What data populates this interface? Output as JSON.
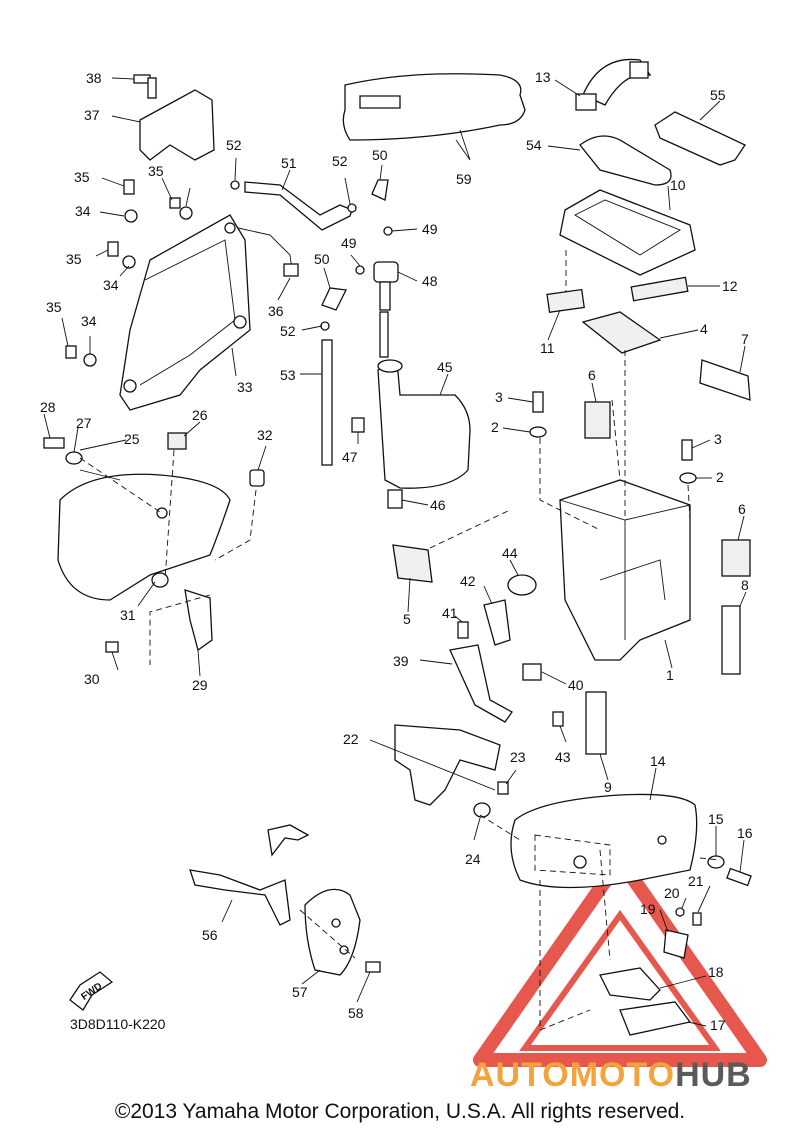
{
  "diagram": {
    "code": "3D8D110-K220",
    "copyright": "©2013 Yamaha Motor Corporation, U.S.A. All rights reserved.",
    "fwd_label": "FWD",
    "watermark": {
      "part1": "AUTOMOTO",
      "part2": "HUB",
      "color_orange": "#f4a23b",
      "color_grey": "#5a5a5a",
      "color_red": "#e23a2e"
    },
    "callouts": [
      {
        "id": "c1",
        "text": "1"
      },
      {
        "id": "c2a",
        "text": "2"
      },
      {
        "id": "c2b",
        "text": "2"
      },
      {
        "id": "c3a",
        "text": "3"
      },
      {
        "id": "c3b",
        "text": "3"
      },
      {
        "id": "c4",
        "text": "4"
      },
      {
        "id": "c5",
        "text": "5"
      },
      {
        "id": "c6a",
        "text": "6"
      },
      {
        "id": "c6b",
        "text": "6"
      },
      {
        "id": "c7",
        "text": "7"
      },
      {
        "id": "c8",
        "text": "8"
      },
      {
        "id": "c9",
        "text": "9"
      },
      {
        "id": "c10",
        "text": "10"
      },
      {
        "id": "c11",
        "text": "11"
      },
      {
        "id": "c12",
        "text": "12"
      },
      {
        "id": "c13",
        "text": "13"
      },
      {
        "id": "c14",
        "text": "14"
      },
      {
        "id": "c15",
        "text": "15"
      },
      {
        "id": "c16",
        "text": "16"
      },
      {
        "id": "c17",
        "text": "17"
      },
      {
        "id": "c18",
        "text": "18"
      },
      {
        "id": "c19",
        "text": "19"
      },
      {
        "id": "c20",
        "text": "20"
      },
      {
        "id": "c21",
        "text": "21"
      },
      {
        "id": "c22",
        "text": "22"
      },
      {
        "id": "c23",
        "text": "23"
      },
      {
        "id": "c24",
        "text": "24"
      },
      {
        "id": "c25",
        "text": "25"
      },
      {
        "id": "c26",
        "text": "26"
      },
      {
        "id": "c27",
        "text": "27"
      },
      {
        "id": "c28",
        "text": "28"
      },
      {
        "id": "c29",
        "text": "29"
      },
      {
        "id": "c30",
        "text": "30"
      },
      {
        "id": "c31",
        "text": "31"
      },
      {
        "id": "c32",
        "text": "32"
      },
      {
        "id": "c33",
        "text": "33"
      },
      {
        "id": "c34a",
        "text": "34"
      },
      {
        "id": "c34b",
        "text": "34"
      },
      {
        "id": "c34c",
        "text": "34"
      },
      {
        "id": "c35a",
        "text": "35"
      },
      {
        "id": "c35b",
        "text": "35"
      },
      {
        "id": "c35c",
        "text": "35"
      },
      {
        "id": "c35d",
        "text": "35"
      },
      {
        "id": "c36",
        "text": "36"
      },
      {
        "id": "c37",
        "text": "37"
      },
      {
        "id": "c38",
        "text": "38"
      },
      {
        "id": "c39",
        "text": "39"
      },
      {
        "id": "c40",
        "text": "40"
      },
      {
        "id": "c41",
        "text": "41"
      },
      {
        "id": "c42",
        "text": "42"
      },
      {
        "id": "c43",
        "text": "43"
      },
      {
        "id": "c44",
        "text": "44"
      },
      {
        "id": "c45",
        "text": "45"
      },
      {
        "id": "c46",
        "text": "46"
      },
      {
        "id": "c47",
        "text": "47"
      },
      {
        "id": "c48",
        "text": "48"
      },
      {
        "id": "c49a",
        "text": "49"
      },
      {
        "id": "c49b",
        "text": "49"
      },
      {
        "id": "c50a",
        "text": "50"
      },
      {
        "id": "c50b",
        "text": "50"
      },
      {
        "id": "c51",
        "text": "51"
      },
      {
        "id": "c52a",
        "text": "52"
      },
      {
        "id": "c52b",
        "text": "52"
      },
      {
        "id": "c52c",
        "text": "52"
      },
      {
        "id": "c53",
        "text": "53"
      },
      {
        "id": "c54",
        "text": "54"
      },
      {
        "id": "c55",
        "text": "55"
      },
      {
        "id": "c56",
        "text": "56"
      },
      {
        "id": "c57",
        "text": "57"
      },
      {
        "id": "c58",
        "text": "58"
      },
      {
        "id": "c59",
        "text": "59"
      }
    ]
  }
}
